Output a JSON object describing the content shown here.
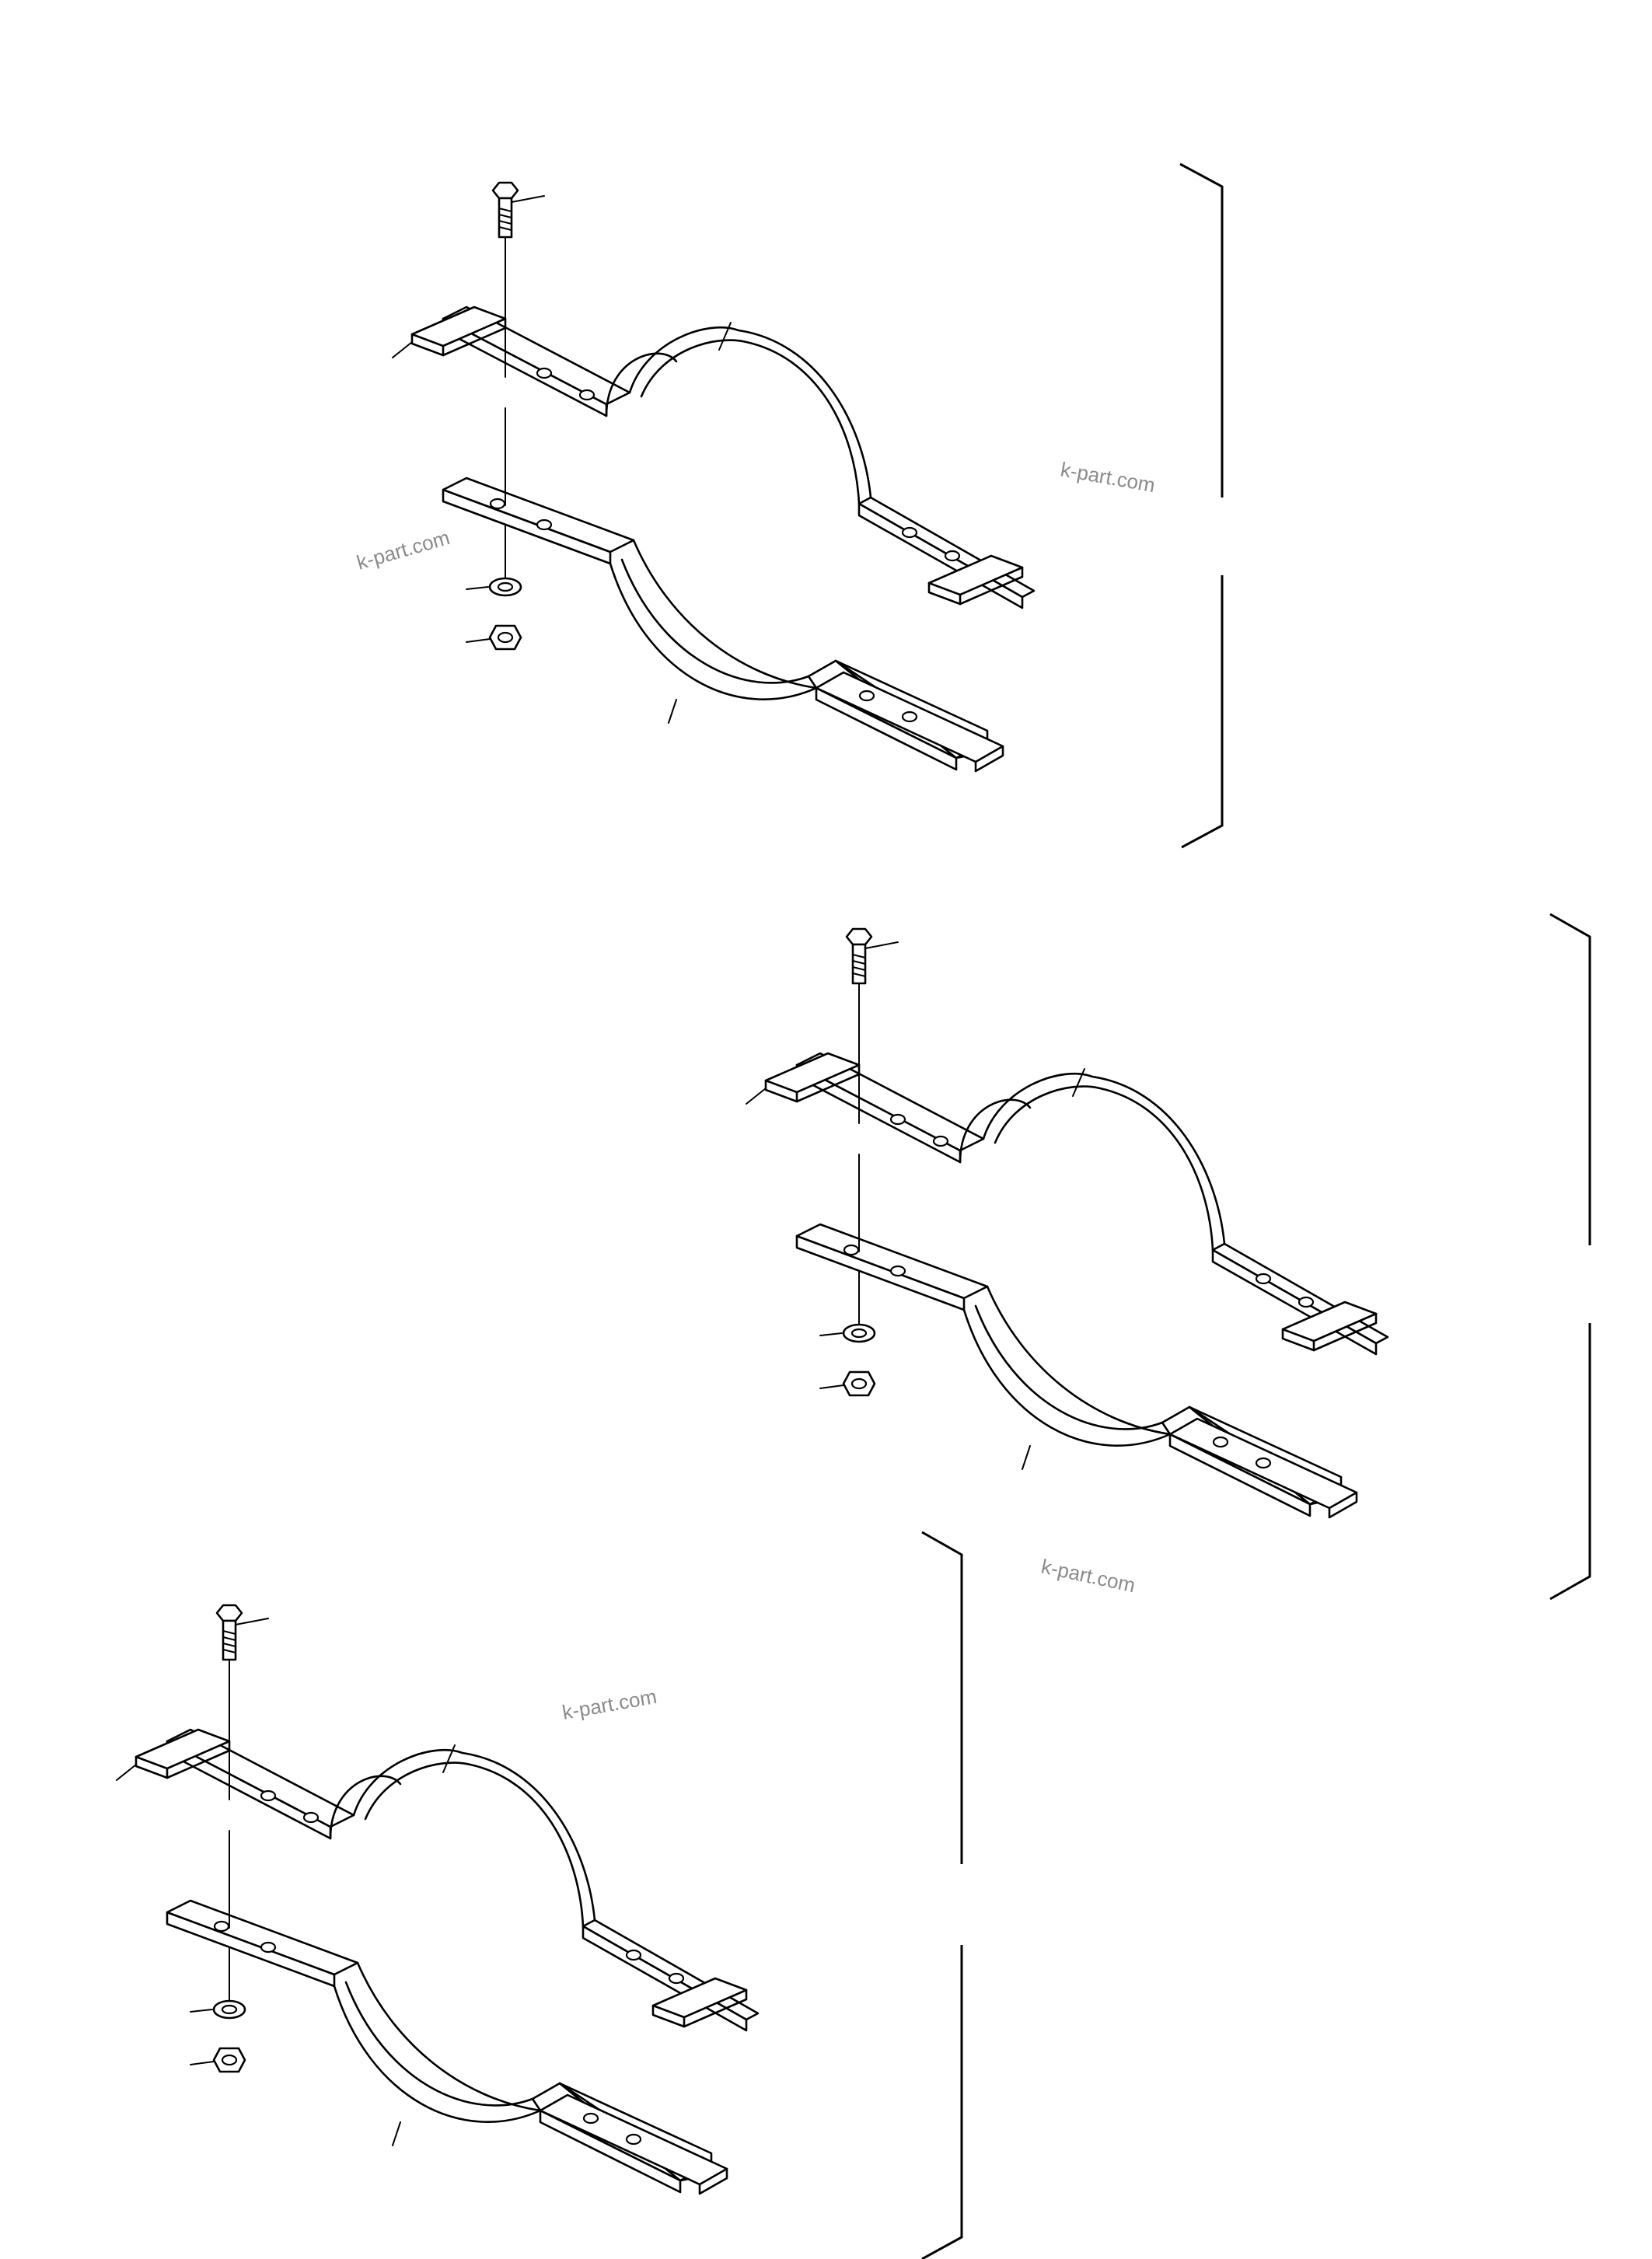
{
  "diagram": {
    "watermarks": [
      "k-part.com",
      "k-part.com",
      "k-part.com",
      "k-part.com"
    ],
    "assemblies": [
      {
        "name": "upper-assembly"
      },
      {
        "name": "middle-assembly"
      },
      {
        "name": "lower-assembly"
      }
    ]
  }
}
